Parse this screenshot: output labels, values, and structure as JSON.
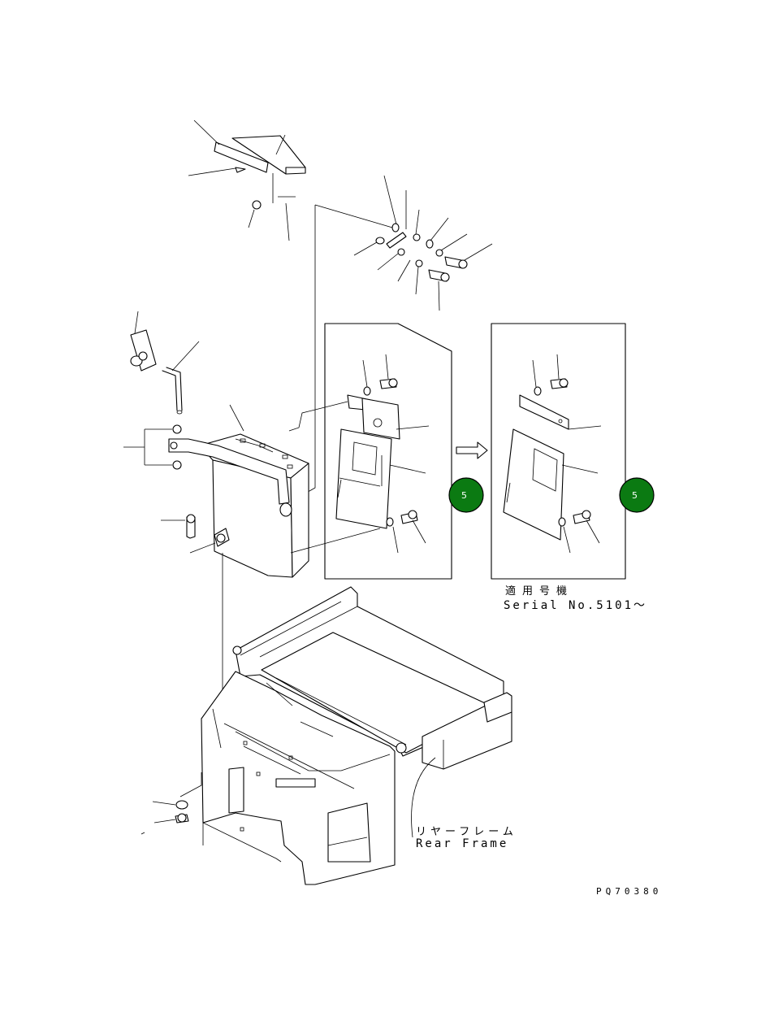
{
  "applicable_units": {
    "heading": "適用号機",
    "serial": "Serial No.5101～"
  },
  "rear_frame": {
    "japanese": "リヤーフレーム",
    "english": "Rear Frame"
  },
  "figure_code": "PQ70380",
  "callouts": [
    {
      "number": "5",
      "color": "#0b7a12"
    },
    {
      "number": "5",
      "color": "#0b7a12"
    }
  ],
  "change_arrow": "arrow-right-icon"
}
